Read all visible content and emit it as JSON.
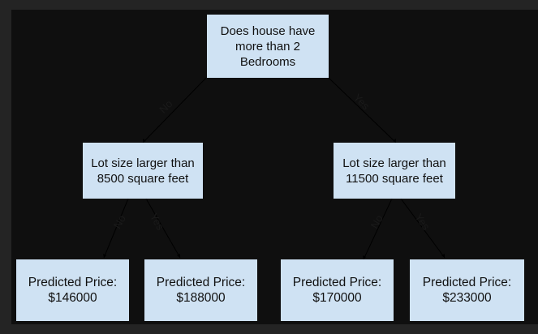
{
  "root": {
    "question": "Does house have more than 2 Bedrooms"
  },
  "left": {
    "question": "Lot size larger than 8500 square feet"
  },
  "right": {
    "question": "Lot size larger than 11500 square feet"
  },
  "leaves": [
    {
      "label": "Predicted Price:",
      "price": "$146000"
    },
    {
      "label": "Predicted Price:",
      "price": "$188000"
    },
    {
      "label": "Predicted Price:",
      "price": "$170000"
    },
    {
      "label": "Predicted Price:",
      "price": "$233000"
    }
  ],
  "edges": {
    "no": "No",
    "yes": "Yes"
  },
  "colors": {
    "node_fill": "#cfe2f3",
    "background": "#0f0f0f",
    "edge": "#000000"
  }
}
